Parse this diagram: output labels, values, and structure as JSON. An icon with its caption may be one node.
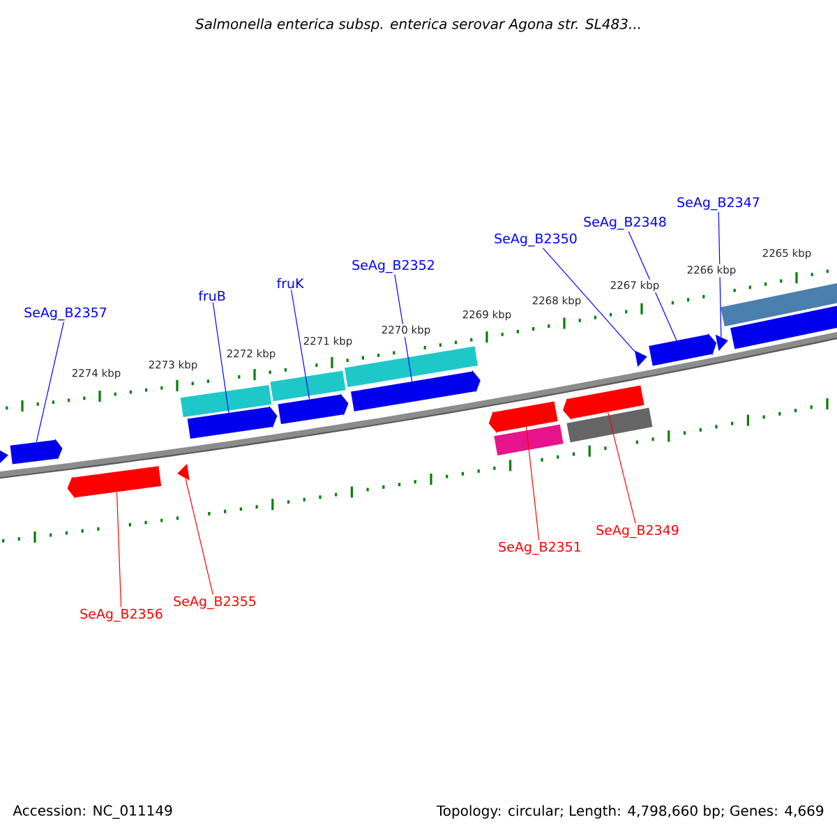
{
  "diagram": {
    "title": "Salmonella enterica subsp. enterica serovar Agona str. SL483...",
    "nodes": [
      {
        "text": [
          "SeAg_B2357"
        ]
      },
      {
        "text": [
          "fruB"
        ]
      },
      {
        "text": [
          "fruK"
        ]
      },
      {
        "text": [
          "SeAg_B2352"
        ]
      },
      {
        "text": [
          "SeAg_B2350"
        ]
      },
      {
        "text": [
          "SeAg_B2348"
        ]
      },
      {
        "text": [
          "SeAg_B2347"
        ]
      },
      {
        "text": [],
        "shape": "bar"
      },
      {
        "text": [],
        "shape": "bar"
      },
      {
        "text": [],
        "shape": "bar"
      },
      {
        "text": [],
        "shape": "bar"
      },
      {
        "text": [],
        "shape": "triangle"
      },
      {
        "text": [],
        "shape": "arrow"
      },
      {
        "text": [],
        "shape": "arrow"
      },
      {
        "text": [],
        "shape": "arrow"
      },
      {
        "text": [],
        "shape": "arrow"
      },
      {
        "text": [],
        "shape": "triangle"
      },
      {
        "text": [],
        "shape": "arrow"
      },
      {
        "text": [],
        "shape": "triangle"
      },
      {
        "text": [],
        "shape": "arrow"
      },
      {
        "text": [],
        "shape": "arrow"
      },
      {
        "text": [],
        "shape": "triangle"
      },
      {
        "text": [],
        "shape": "arrow"
      },
      {
        "text": [],
        "shape": "arrow"
      },
      {
        "text": [],
        "shape": "bar"
      },
      {
        "text": [],
        "shape": "bar"
      },
      {
        "text": [
          "SeAg_B2356"
        ]
      },
      {
        "text": [
          "SeAg_B2355"
        ]
      },
      {
        "text": [
          "SeAg_B2351"
        ]
      },
      {
        "text": [
          "SeAg_B2349"
        ]
      }
    ],
    "edges": [
      {
        "from": 0,
        "to": 12,
        "arrow": "none"
      },
      {
        "from": 1,
        "to": 13,
        "arrow": "none"
      },
      {
        "from": 2,
        "to": 14,
        "arrow": "none"
      },
      {
        "from": 3,
        "to": 15,
        "arrow": "none"
      },
      {
        "from": 4,
        "to": 16,
        "arrow": "none"
      },
      {
        "from": 5,
        "to": 17,
        "arrow": "none"
      },
      {
        "from": 6,
        "to": 18,
        "arrow": "none"
      },
      {
        "from": 26,
        "to": 20,
        "arrow": "none",
        "color": "#ff0000"
      },
      {
        "from": 27,
        "to": 21,
        "arrow": "none",
        "color": "#ff0000"
      },
      {
        "from": 28,
        "to": 22,
        "arrow": "none",
        "color": "#ff0000"
      },
      {
        "from": 29,
        "to": 23,
        "arrow": "none",
        "color": "#ff0000"
      }
    ],
    "labels": [
      "2274 kbp",
      "2273 kbp",
      "2272 kbp",
      "2271 kbp",
      "2270 kbp",
      "2269 kbp",
      "2268 kbp",
      "2267 kbp",
      "2266 kbp",
      "2265 kbp",
      "Accession: NC_011149",
      "Topology: circular; Length: 4,798,660 bp; Genes: 4,669"
    ]
  }
}
